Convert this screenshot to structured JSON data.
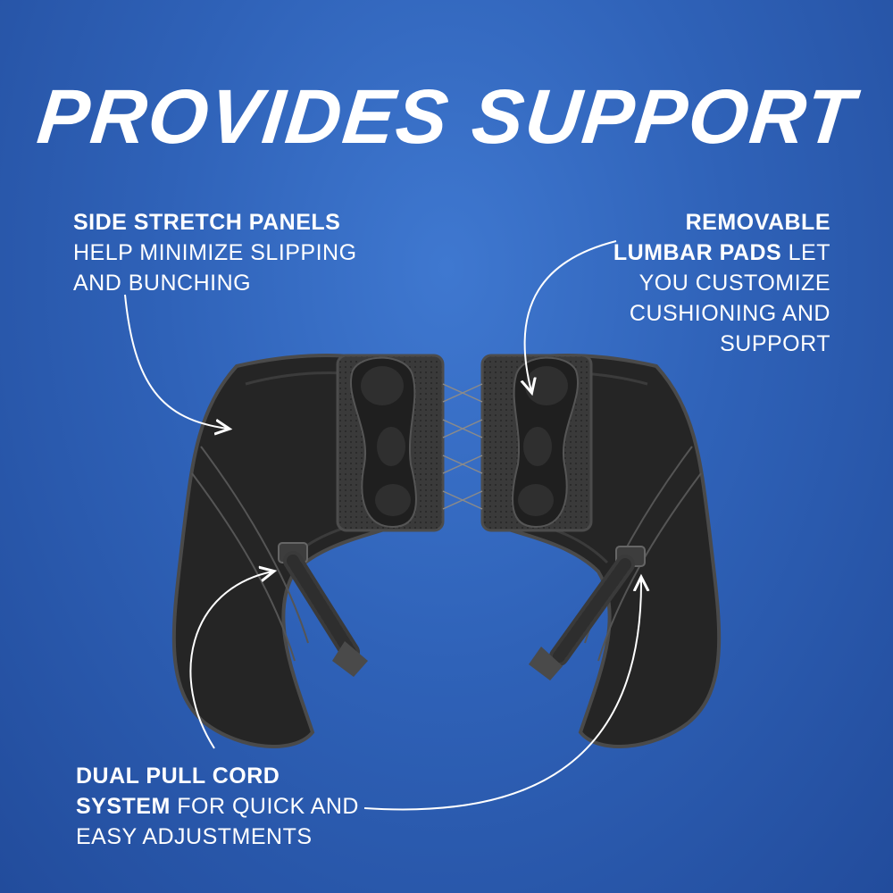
{
  "headline": "PROVIDES SUPPORT",
  "callouts": {
    "side_panels": {
      "bold": "SIDE STRETCH PANELS",
      "line2": "HELP MINIMIZE SLIPPING",
      "line3": "AND BUNCHING"
    },
    "lumbar_pads": {
      "bold1": "REMOVABLE",
      "bold2": "LUMBAR PADS",
      "rest2": " LET",
      "line3": "YOU CUSTOMIZE",
      "line4": "CUSHIONING AND",
      "line5": "SUPPORT"
    },
    "pull_cord": {
      "bold1": "DUAL PULL CORD",
      "bold2": "SYSTEM",
      "rest2": " FOR QUICK AND",
      "line3": "EASY ADJUSTMENTS"
    }
  },
  "colors": {
    "background": "#2f62b8",
    "belt": "#2a2a2a",
    "text": "#ffffff"
  }
}
